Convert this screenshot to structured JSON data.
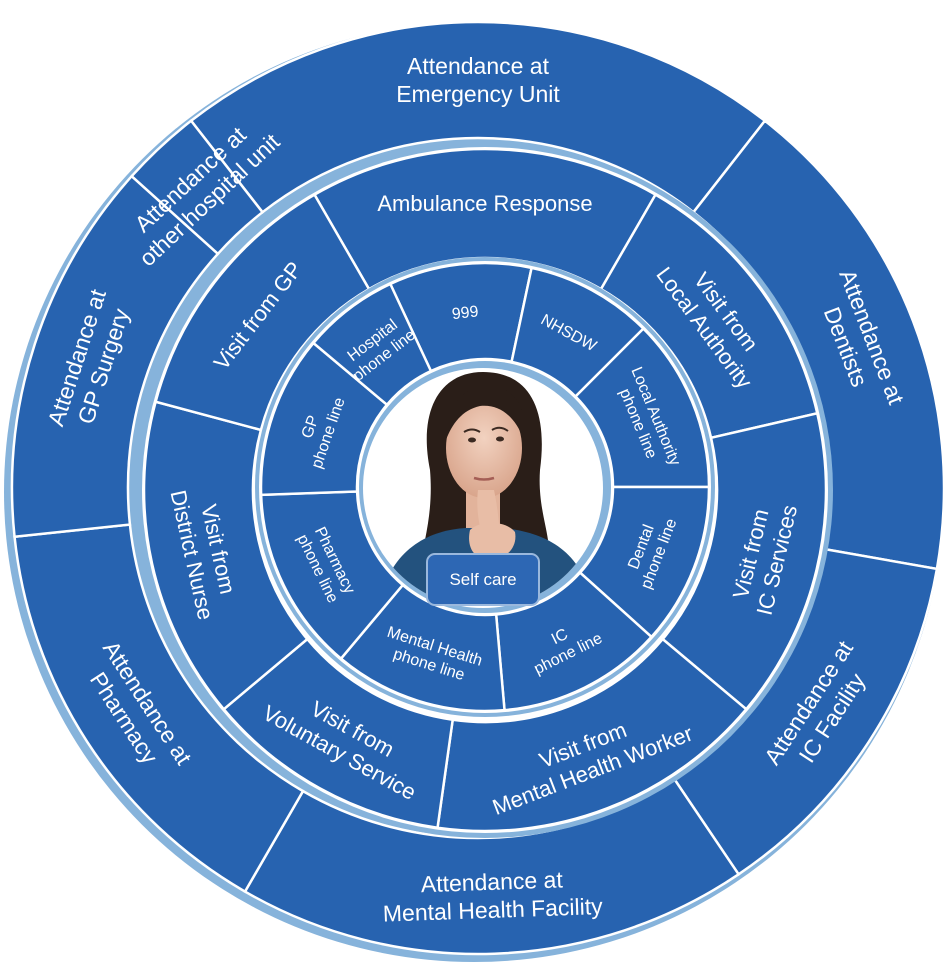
{
  "outer_ring": [
    {
      "lines": [
        "Attendance at",
        "Emergency Unit"
      ]
    },
    {
      "lines": [
        "Attendance at",
        "Dentists"
      ]
    },
    {
      "lines": [
        "Attendance at",
        "IC Facility"
      ]
    },
    {
      "lines": [
        "Attendance at",
        "Mental Health Facility"
      ]
    },
    {
      "lines": [
        "Attendance at",
        "Pharmacy"
      ]
    },
    {
      "lines": [
        "Attendance at",
        "GP Surgery"
      ]
    },
    {
      "lines": [
        "Attendance at",
        "other hospital unit"
      ]
    }
  ],
  "middle_ring": [
    {
      "lines": [
        "Ambulance Response"
      ]
    },
    {
      "lines": [
        "Visit from",
        "Local Authority"
      ]
    },
    {
      "lines": [
        "Visit from",
        "IC Services"
      ]
    },
    {
      "lines": [
        "Visit from",
        "Mental Health Worker"
      ]
    },
    {
      "lines": [
        "Visit from",
        "Voluntary Service"
      ]
    },
    {
      "lines": [
        "Visit from",
        "District Nurse"
      ]
    },
    {
      "lines": [
        "Visit from GP"
      ]
    }
  ],
  "inner_ring": [
    {
      "lines": [
        "999"
      ]
    },
    {
      "lines": [
        "NHSDW"
      ]
    },
    {
      "lines": [
        "Local Authority",
        "phone line"
      ]
    },
    {
      "lines": [
        "Dental",
        "phone line"
      ]
    },
    {
      "lines": [
        "IC",
        "phone line"
      ]
    },
    {
      "lines": [
        "Mental Health",
        "phone line"
      ]
    },
    {
      "lines": [
        "Pharmacy",
        "phone line"
      ]
    },
    {
      "lines": [
        "GP",
        "phone line"
      ]
    },
    {
      "lines": [
        "Hospital",
        "phone line"
      ]
    }
  ],
  "center": {
    "label": "Self care",
    "photo": "woman-thinking-photo"
  },
  "colors": {
    "segment_fill": "#2763b0",
    "ring_band": "#86b3db",
    "divider": "#ffffff"
  }
}
